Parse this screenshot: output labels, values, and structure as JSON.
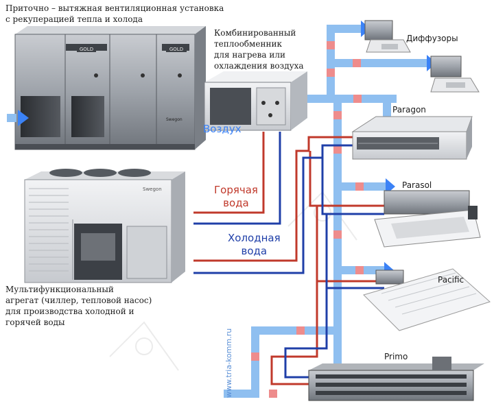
{
  "labels": {
    "main_unit": "Приточно – вытяжная вентиляционная установка\nс рекуперацией тепла и холода",
    "heat_exchanger": "Комбинированный\nтеплообменник\nдля нагрева или\nохлаждения воздуха",
    "multifunctional": "Мультифункциональный\nагрегат (чиллер, тепловой насос)\nдля производства холодной и\nгорячей воды",
    "diffusers": "Диффузоры",
    "paragon": "Paragon",
    "parasol": "Parasol",
    "pacific": "Pacific",
    "primo": "Primo",
    "air": "Воздух",
    "hot_water": "Горячая\nвода",
    "cold_water": "Холодная\nвода",
    "website": "www.tria-komm.ru"
  },
  "unit_badges": {
    "gold": "GOLD",
    "swegon": "Swegon"
  },
  "colors": {
    "air_duct": "#8fbff0",
    "air_arrow": "#3b82f6",
    "hot_pipe": "#c0392b",
    "cold_pipe": "#1f3fa8",
    "damper_marker": "#ee8c8c"
  }
}
